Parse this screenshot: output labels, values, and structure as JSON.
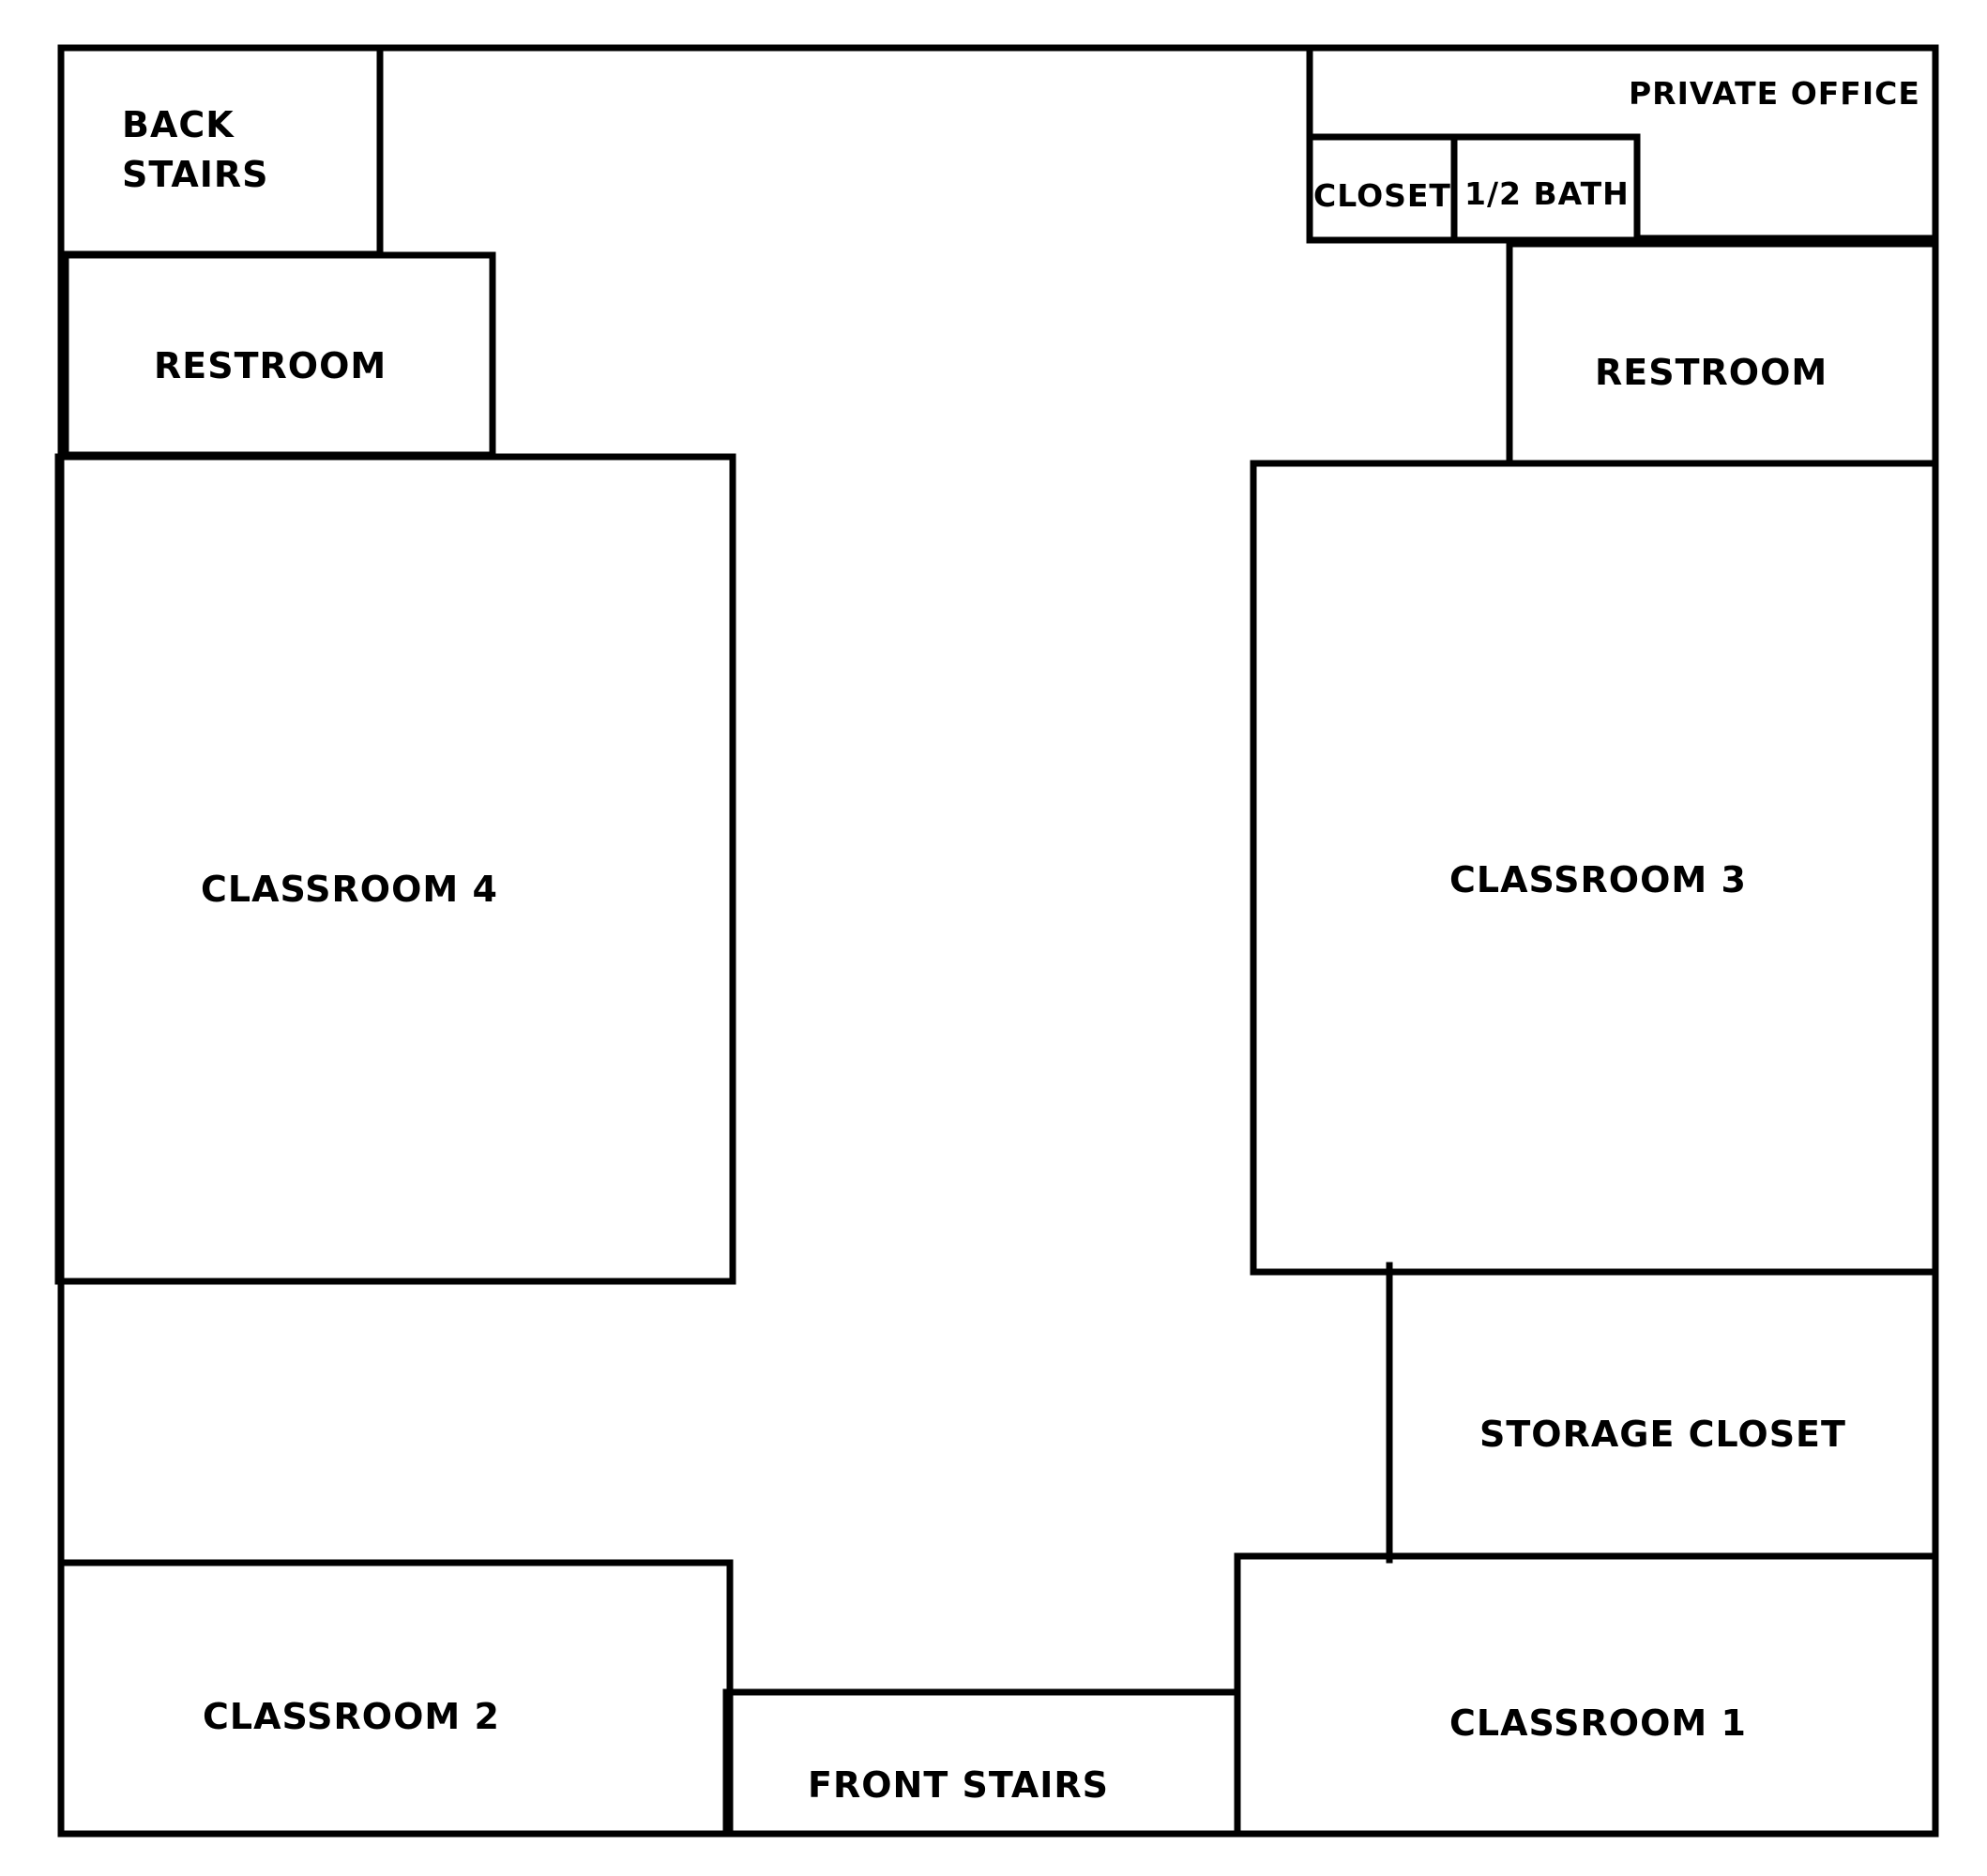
{
  "floor_plan": {
    "rooms": {
      "back_stairs": {
        "line1": "BACK",
        "line2": "STAIRS"
      },
      "restroom_left": {
        "label": "RESTROOM"
      },
      "private_office": {
        "label": "PRIVATE OFFICE"
      },
      "closet": {
        "label": "CLOSET"
      },
      "half_bath": {
        "label": "1/2 BATH"
      },
      "restroom_right": {
        "label": "RESTROOM"
      },
      "classroom_4": {
        "label": "CLASSROOM 4"
      },
      "classroom_3": {
        "label": "CLASSROOM 3"
      },
      "storage_closet": {
        "label": "STORAGE CLOSET"
      },
      "classroom_2": {
        "label": "CLASSROOM 2"
      },
      "front_stairs": {
        "label": "FRONT STAIRS"
      },
      "classroom_1": {
        "label": "CLASSROOM 1"
      }
    },
    "colors": {
      "wall": "#000000",
      "background": "#ffffff"
    }
  }
}
